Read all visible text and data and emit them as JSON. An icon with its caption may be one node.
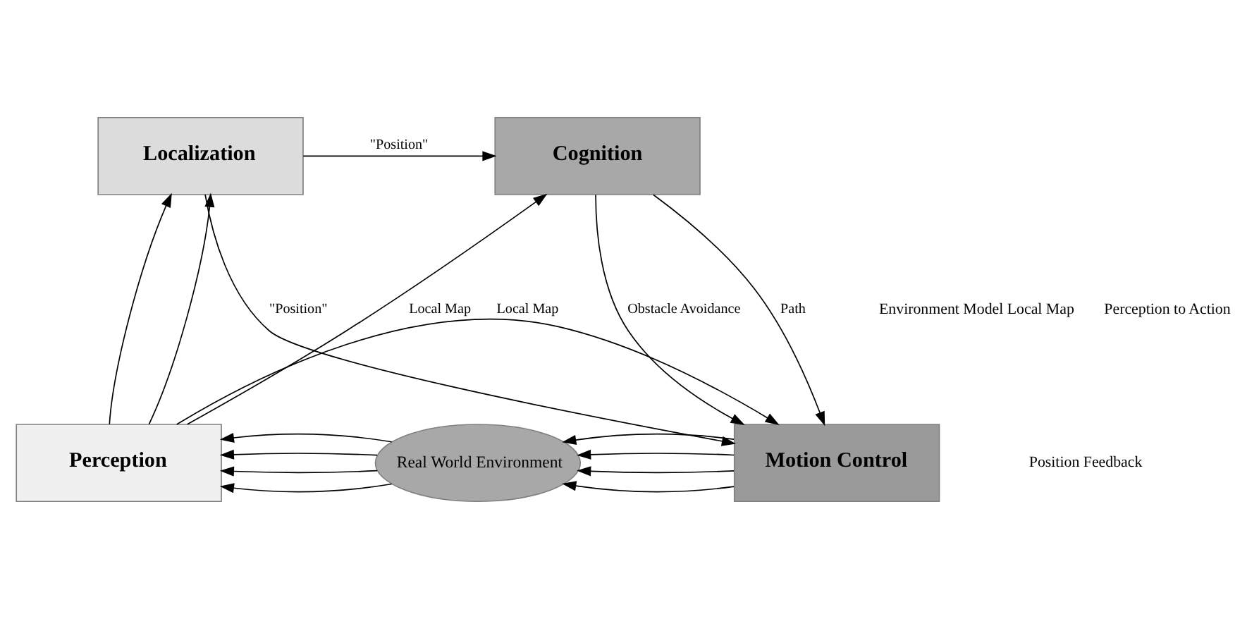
{
  "diagram": {
    "nodes": [
      {
        "text": [
          "Localization"
        ]
      },
      {
        "text": [
          "Cognition"
        ]
      },
      {
        "text": [
          "Perception"
        ]
      },
      {
        "text": [
          "Real World Environment"
        ]
      },
      {
        "text": [
          "Motion Control"
        ]
      }
    ],
    "edges": [
      {
        "from": 0,
        "to": 1,
        "arrow": "to",
        "label": "\"Position\""
      },
      {
        "from": 0,
        "to": 4,
        "arrow": "to",
        "label": "\"Position\""
      },
      {
        "from": 2,
        "to": 1,
        "arrow": "to",
        "label": "Local Map"
      },
      {
        "from": 2,
        "to": 4,
        "arrow": "to",
        "label": "Local Map"
      },
      {
        "from": 2,
        "to": 0,
        "arrow": "to"
      },
      {
        "from": 2,
        "to": 0,
        "arrow": "to"
      },
      {
        "from": 1,
        "to": 4,
        "arrow": "to",
        "label": "Obstacle Avoidance"
      },
      {
        "from": 1,
        "to": 4,
        "arrow": "to",
        "label": "Path"
      },
      {
        "from": 3,
        "to": 2,
        "arrow": "to"
      },
      {
        "from": 3,
        "to": 2,
        "arrow": "to"
      },
      {
        "from": 3,
        "to": 2,
        "arrow": "to"
      },
      {
        "from": 3,
        "to": 2,
        "arrow": "to"
      },
      {
        "from": 4,
        "to": 3,
        "arrow": "to"
      },
      {
        "from": 4,
        "to": 3,
        "arrow": "to"
      },
      {
        "from": 4,
        "to": 3,
        "arrow": "to"
      },
      {
        "from": 4,
        "to": 3,
        "arrow": "to"
      }
    ],
    "labels": [
      "Environment Model Local Map",
      "Perception to Action",
      "Position Feedback"
    ]
  }
}
